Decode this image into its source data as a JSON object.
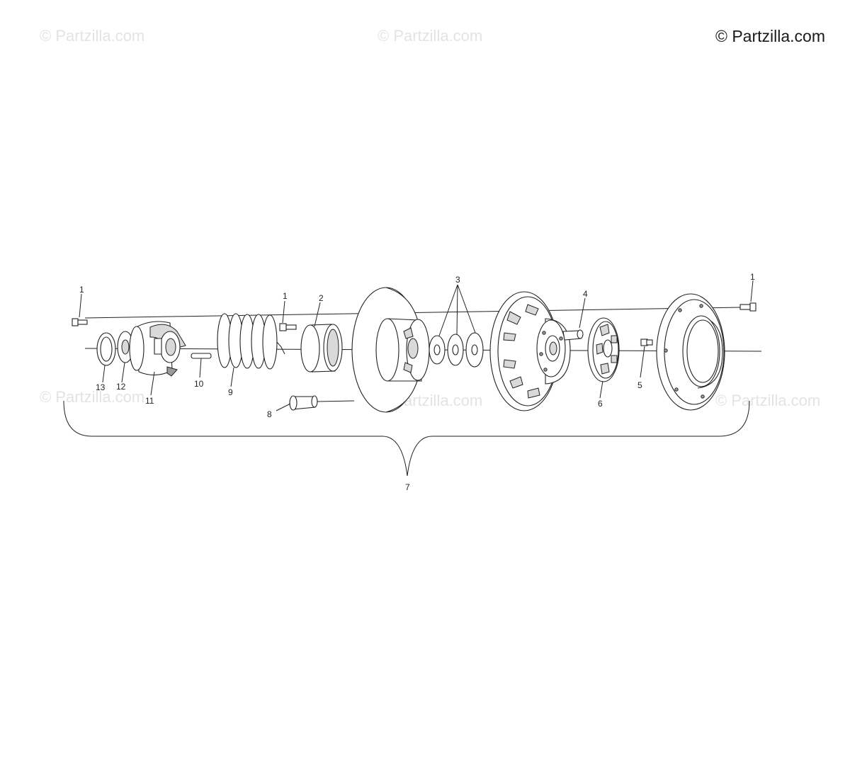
{
  "watermarks": {
    "top_left": "© Partzilla.com",
    "top_center": "© Partzilla.com",
    "top_right": "© Partzilla.com",
    "mid_left": "© Partzilla.com",
    "mid_center": "© Partzilla.com",
    "mid_right": "© Partzilla.com"
  },
  "callouts": {
    "c1_left": "1",
    "c1_mid": "1",
    "c1_right": "1",
    "c2": "2",
    "c3": "3",
    "c4": "4",
    "c5": "5",
    "c6": "6",
    "c7": "7",
    "c8": "8",
    "c9": "9",
    "c10": "10",
    "c11": "11",
    "c12": "12",
    "c13": "13"
  },
  "colors": {
    "line": "#222222",
    "watermark": "#e3e3e3",
    "shade": "#d9d9d9"
  }
}
